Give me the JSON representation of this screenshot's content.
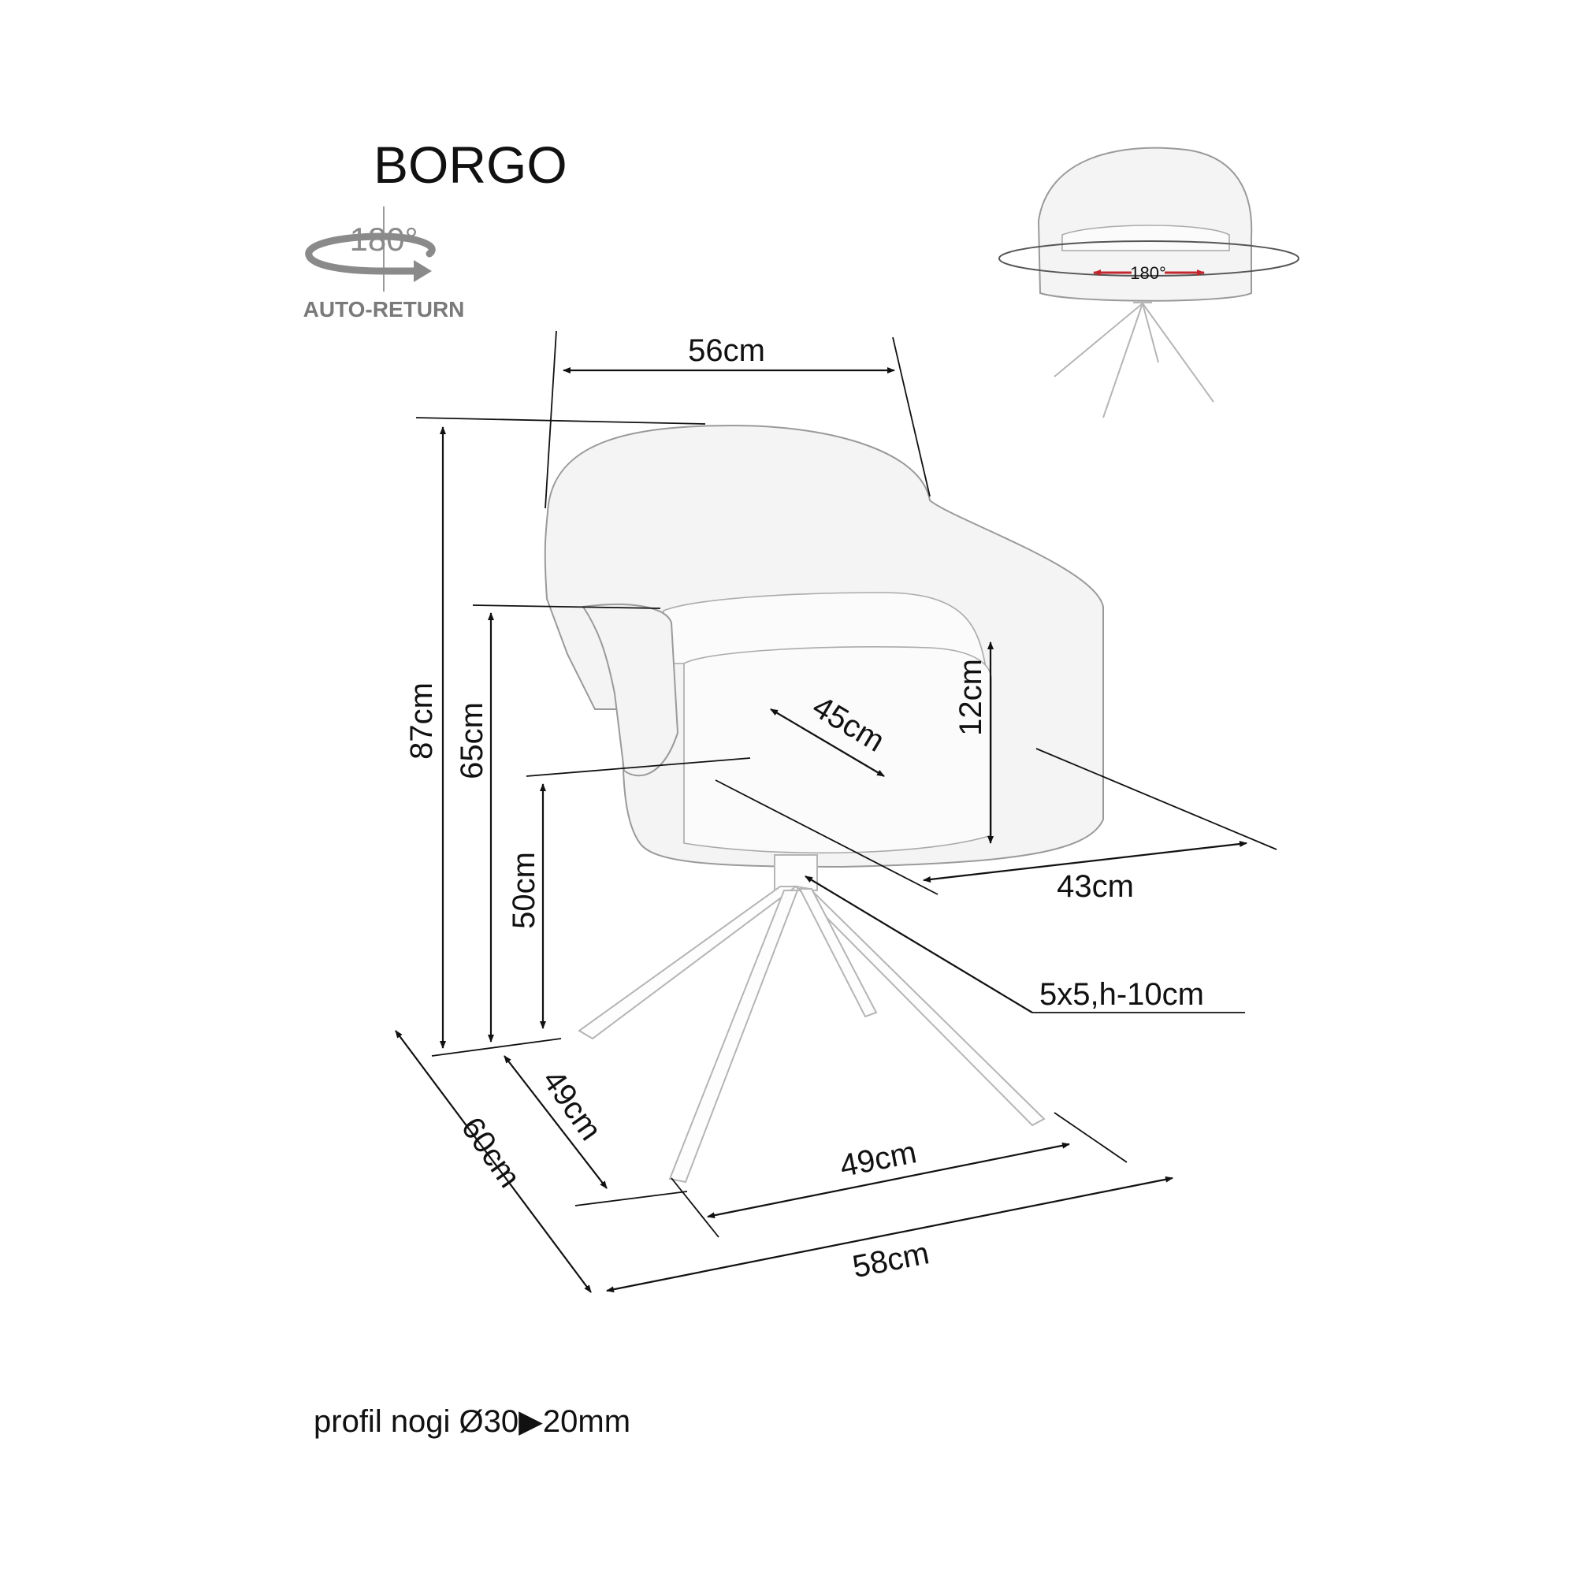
{
  "product": {
    "name": "BORGO"
  },
  "swivel_badge": {
    "angle": "180°",
    "label": "AUTO-RETURN"
  },
  "preview": {
    "angle": "180°",
    "accent_color": "#c0282d"
  },
  "dimensions": {
    "seat_width_top": "56cm",
    "total_height": "87cm",
    "armrest_height": "65cm",
    "seat_height": "50cm",
    "backrest_gap": "12cm",
    "seat_depth_diag": "45cm",
    "seat_depth": "43cm",
    "base_plate": "5x5,h-10cm",
    "leg_depth": "49cm",
    "leg_width": "49cm",
    "total_depth": "60cm",
    "total_width": "58cm"
  },
  "footer": {
    "leg_profile": "profil nogi Ø30▶20mm"
  }
}
